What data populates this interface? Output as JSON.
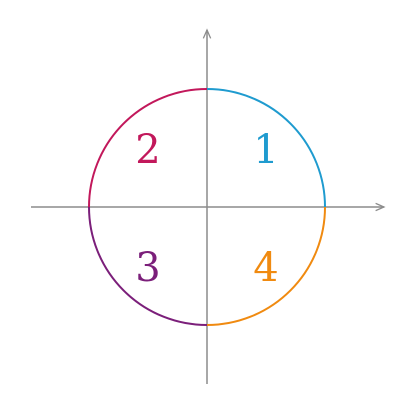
{
  "diagram": {
    "axes": {
      "color": "#8c8c8c"
    },
    "quadrants": [
      {
        "id": "q1",
        "label": "1",
        "color": "#1f9bcf"
      },
      {
        "id": "q2",
        "label": "2",
        "color": "#c2185b"
      },
      {
        "id": "q3",
        "label": "3",
        "color": "#7b1f7a"
      },
      {
        "id": "q4",
        "label": "4",
        "color": "#f08a10"
      }
    ]
  }
}
